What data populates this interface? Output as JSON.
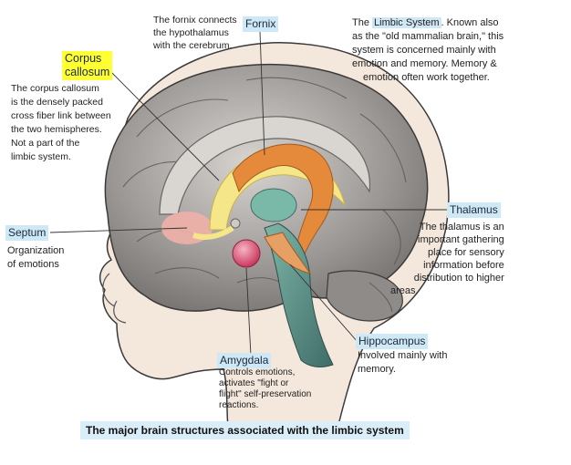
{
  "labels": {
    "fornix": "Fornix",
    "corpus_callosum": [
      "Corpus",
      "callosum"
    ],
    "septum": "Septum",
    "thalamus": "Thalamus",
    "hippocampus": "Hippocampus",
    "amygdala": "Amygdala"
  },
  "notes": {
    "fornix": [
      "The fornix connects",
      "the hypothalamus",
      "with the cerebrum."
    ],
    "limbic_prefix": "The ",
    "limbic_term": "Limbic System",
    "limbic": [
      ".  Known also",
      "as the \"old mammalian brain,\"  this",
      "system is concerned mainly with",
      "emotion and memory.  Memory &",
      "emotion often work together."
    ],
    "corpus_callosum": [
      "The corpus callosum",
      "is the densely packed",
      "cross fiber link between",
      "the two hemispheres.",
      "Not a part of the",
      "limbic system."
    ],
    "septum": [
      "Organization",
      "of emotions"
    ],
    "thalamus": [
      "The thalamus is an",
      "important gathering",
      "place for sensory",
      "information before",
      "distribution to higher",
      "areas."
    ],
    "hippocampus": [
      "Involved mainly with",
      "memory."
    ],
    "amygdala": [
      "Controls emotions,",
      "activates \"fight or",
      "flight\" self-preservation",
      "reactions."
    ]
  },
  "caption": "The major brain structures associated with the limbic system",
  "colors": {
    "brain": "#8c8886",
    "gyri_highlight": "#c9c5c2",
    "skin": "#f3e7dc",
    "fornix": "#e08a3a",
    "septum": "#f0b0a8",
    "amygdala": "#d7486a",
    "thalamus": "#6fb0a0",
    "label_bg": "#cfe8f5",
    "highlight": "#ffff33"
  }
}
